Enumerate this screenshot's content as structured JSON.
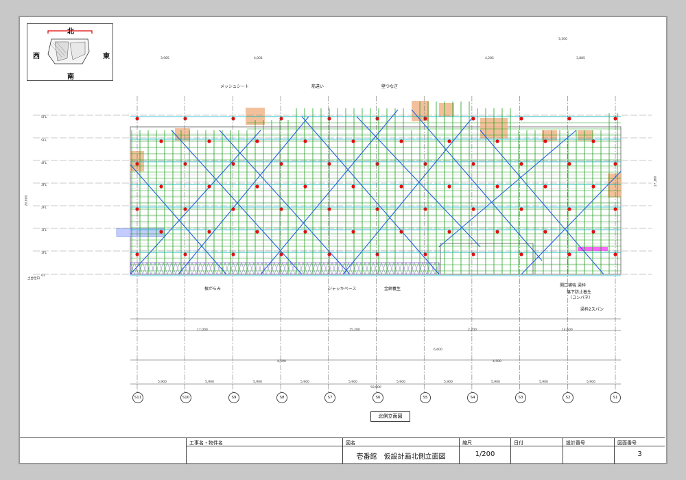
{
  "keyplan": {
    "north": "北",
    "south": "南",
    "west": "西",
    "east": "東"
  },
  "labels": {
    "mesh_sheet": "メッシュシート",
    "brace": "筋違い",
    "wall_tie": "壁つなぎ",
    "base_tie": "根がらみ",
    "jack_base": "ジャッキベース",
    "metal_net": "金網養生",
    "mouth_stiff": "開口補強",
    "beam": "梁枠",
    "fall_guard": "落下防止養生",
    "fall_guard_sub": "（コンパネ）",
    "beam_span": "梁枠2スパン",
    "ground": "土台仕口"
  },
  "grid_lines": [
    "S11",
    "S10",
    "S9",
    "S8",
    "S7",
    "S6",
    "S5",
    "S4",
    "S3",
    "S2",
    "S1"
  ],
  "bay_dims": [
    "5,900",
    "5,900",
    "5,900",
    "5,900",
    "5,900",
    "5,900",
    "5,900",
    "5,900",
    "5,900",
    "5,900"
  ],
  "overall_dim": "59,000",
  "top_dims": [
    "3,985",
    "4,001",
    "4,285",
    "3,885",
    "3,300"
  ],
  "bottom_group_totals": [
    "17,000",
    "15,200",
    "2,700",
    "14,600"
  ],
  "sub_dims": [
    "4,500",
    "6,600",
    "4,500"
  ],
  "left_floor_labels": [
    "5FL",
    "5FL",
    "4FL",
    "3FL",
    "2FL",
    "1FL",
    "1FL",
    "GL"
  ],
  "left_total": "20,000",
  "right_total": "17,160",
  "caption": "北側立面図",
  "title_block": {
    "project_head": "工事名・物件名",
    "project_val": "",
    "drawing_head": "図名",
    "drawing_val": "壱番館　仮設計画北側立面図",
    "scale_head": "縮尺",
    "scale_val": "1/200",
    "date_head": "日付",
    "date_val": "",
    "design_head": "設計番号",
    "design_val": "",
    "sheet_head": "図面番号",
    "sheet_val": "3"
  },
  "colors": {
    "scaffold_green": "#1aa01a",
    "brace_blue": "#2060e0",
    "level_cyan": "#00b7c8",
    "wall_tie_red": "#e01010",
    "building_gray": "#7a7a7a",
    "mesh_orange": "#f0b68a",
    "net_purple": "#5a3fb0"
  }
}
